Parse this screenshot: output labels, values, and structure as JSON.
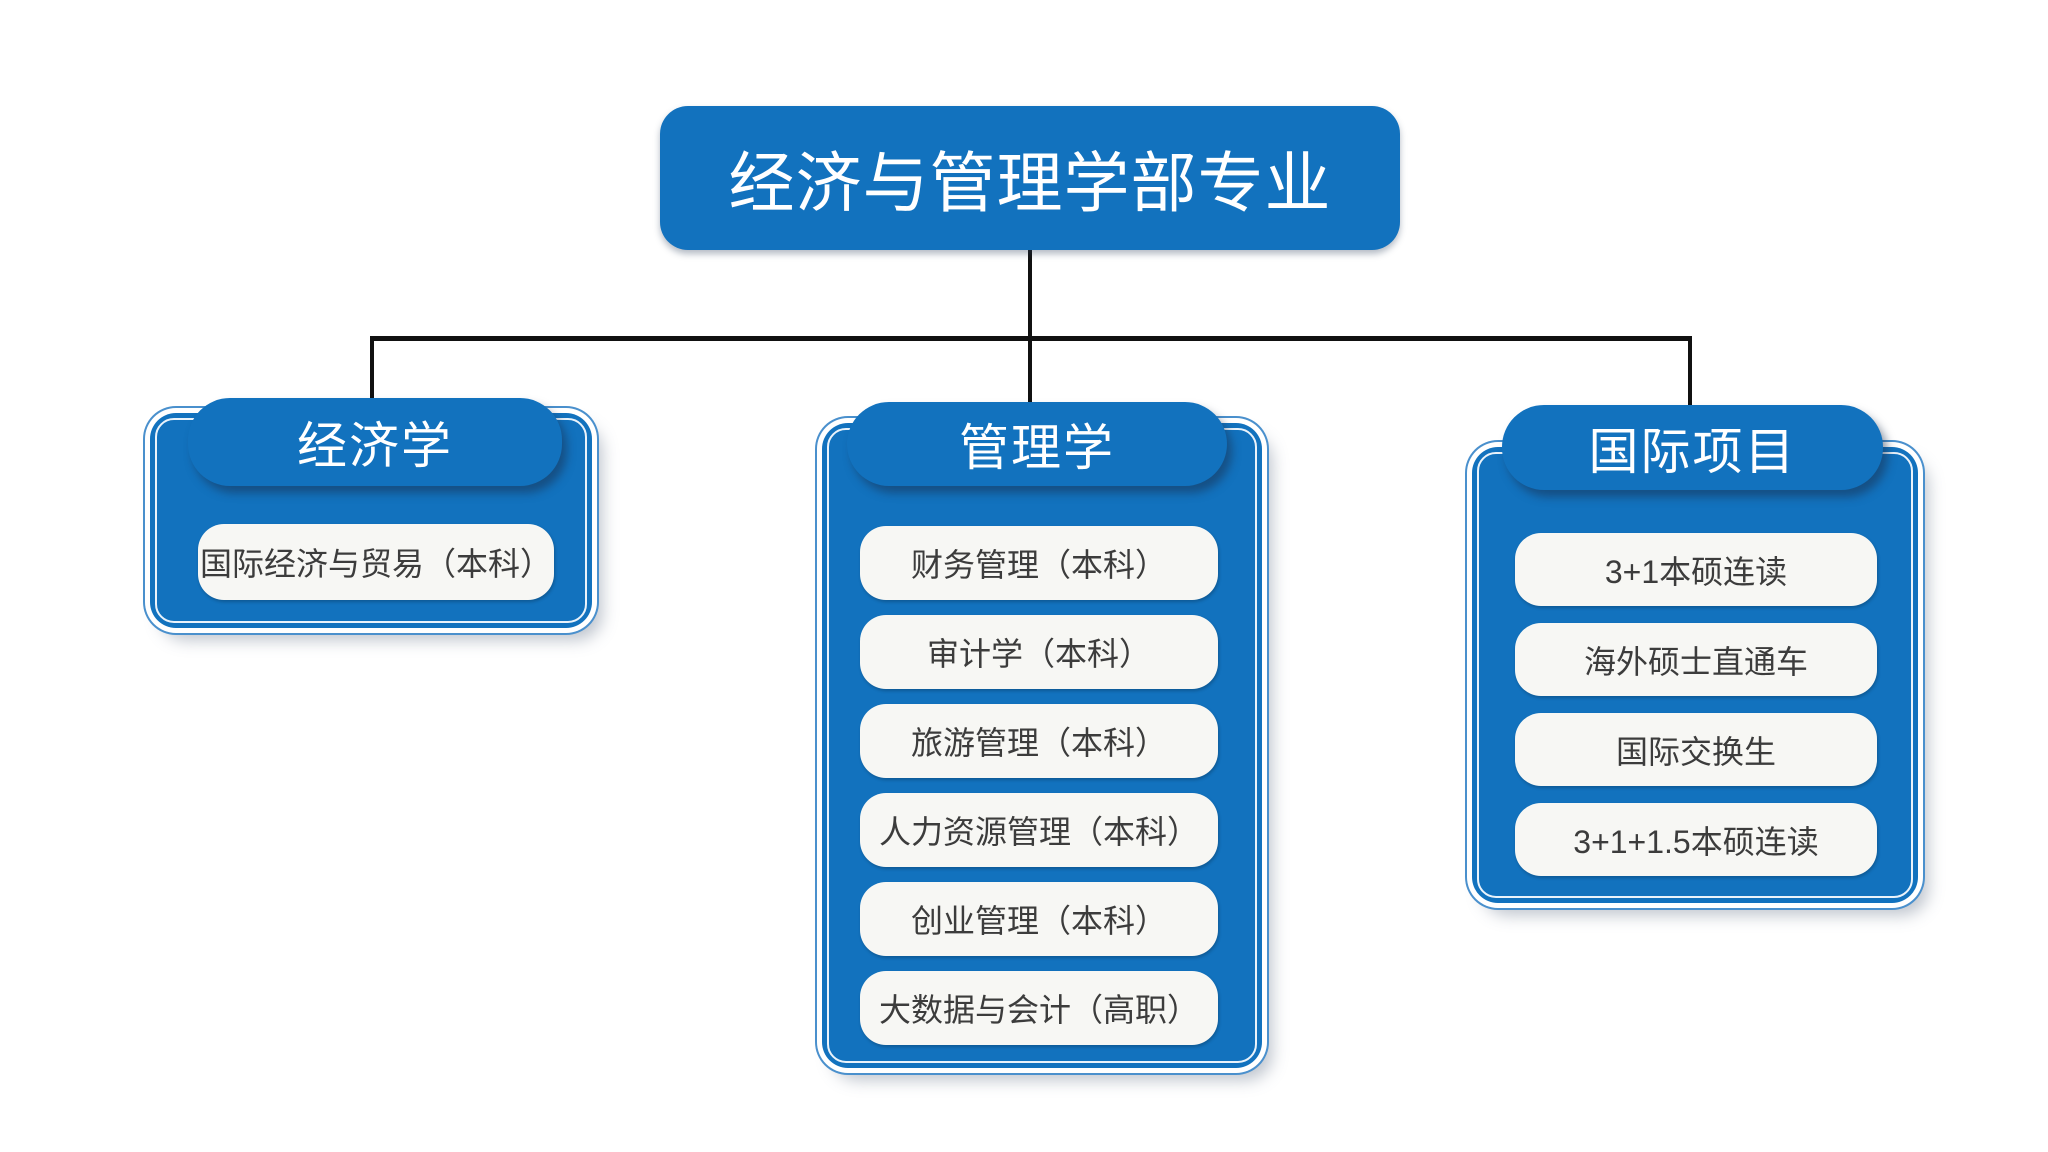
{
  "colors": {
    "primary_blue": "#1272BE",
    "panel_outer_ring": "#4A90CD",
    "panel_inner_stroke": "#EAF3FB",
    "item_background": "#F7F7F4",
    "item_text": "#3C3C3C",
    "header_text": "#FFFFFF",
    "connector_line": "#111111",
    "page_background": "#FFFFFF"
  },
  "root": {
    "label": "经济与管理学部专业"
  },
  "branches": [
    {
      "header": "经济学",
      "items": [
        "国际经济与贸易（本科）"
      ]
    },
    {
      "header": "管理学",
      "items": [
        "财务管理（本科）",
        "审计学（本科）",
        "旅游管理（本科）",
        "人力资源管理（本科）",
        "创业管理（本科）",
        "大数据与会计（高职）"
      ]
    },
    {
      "header": "国际项目",
      "items": [
        "3+1本硕连读",
        "海外硕士直通车",
        "国际交换生",
        "3+1+1.5本硕连读"
      ]
    }
  ]
}
